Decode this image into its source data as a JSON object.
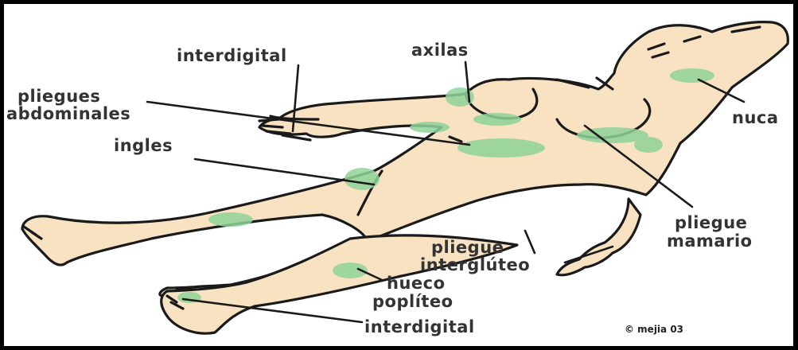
{
  "labels": {
    "interdigital_hand": "interdigital",
    "axilas": "axilas",
    "pliegues_line1": "pliegues",
    "pliegues_line2": "abdominales",
    "nuca": "nuca",
    "ingles": "ingles",
    "pliegue_mamario_line1": "pliegue",
    "pliegue_mamario_line2": "mamario",
    "pliegue_interg_line1": "pliegue",
    "pliegue_interg_line2": "interglúteo",
    "hueco_line1": "hueco",
    "hueco_line2": "poplíteo",
    "interdigital_foot": "interdigital",
    "credit": "© mejia 03"
  },
  "colors": {
    "frame": "#000000",
    "background": "#ffffff",
    "skin": "#f8e2c2",
    "outline": "#1a1a1a",
    "highlight": "#8fd39a",
    "label": "#333333"
  }
}
